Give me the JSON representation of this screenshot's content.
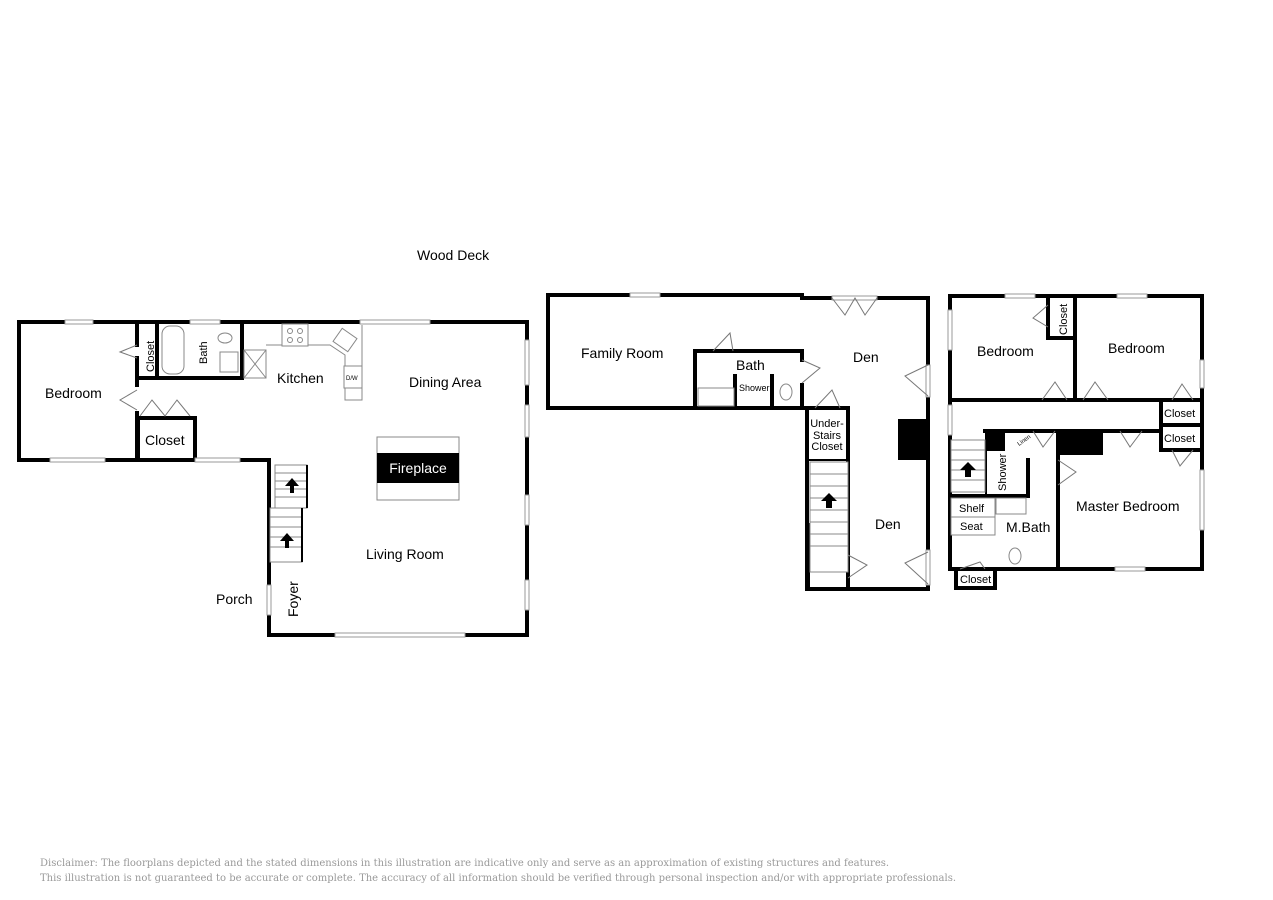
{
  "exterior": {
    "wood_deck": "Wood Deck",
    "porch": "Porch"
  },
  "plan_main": {
    "rooms": {
      "bedroom": "Bedroom",
      "closet_top": "Closet",
      "bath": "Bath",
      "closet_bottom": "Closet",
      "kitchen": "Kitchen",
      "dishwasher": "D/W",
      "dining": "Dining Area",
      "fireplace": "Fireplace",
      "living": "Living Room",
      "foyer": "Foyer"
    }
  },
  "plan_lower": {
    "rooms": {
      "family": "Family Room",
      "bath": "Bath",
      "shower": "Shower",
      "den_top": "Den",
      "under_stairs_1": "Under-",
      "under_stairs_2": "Stairs",
      "under_stairs_3": "Closet",
      "den_bottom": "Den"
    }
  },
  "plan_upper": {
    "rooms": {
      "bedroom_left": "Bedroom",
      "closet_bedroom": "Closet",
      "bedroom_right": "Bedroom",
      "closet_hall_1": "Closet",
      "closet_hall_2": "Closet",
      "linen": "Linen",
      "shower": "Shower",
      "shelf": "Shelf",
      "seat": "Seat",
      "mbath": "M.Bath",
      "master": "Master Bedroom",
      "closet_bath": "Closet"
    }
  },
  "disclaimer": {
    "line1": "Disclaimer: The floorplans depicted and the stated dimensions in this illustration are indicative only and serve as an approximation of existing structures and features.",
    "line2": "This illustration is not guaranteed to be accurate or complete. The accuracy of all information should be verified through personal inspection and/or with appropriate professionals."
  }
}
